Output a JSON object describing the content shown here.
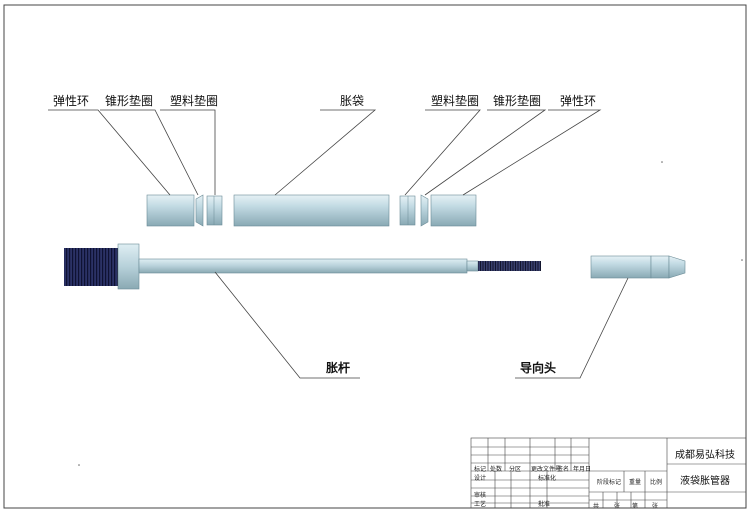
{
  "labels": {
    "left_spring_ring": "弹性环",
    "left_cone_washer": "锥形垫圈",
    "left_plastic_washer": "塑料垫圈",
    "bag": "胀袋",
    "right_plastic_washer": "塑料垫圈",
    "right_cone_washer": "锥形垫圈",
    "right_spring_ring": "弹性环",
    "rod": "胀杆",
    "guide_head": "导向头"
  },
  "title_block": {
    "company": "成都易弘科技",
    "product": "液袋胀管器",
    "h_mark": "标记",
    "h_count": "处数",
    "h_zone": "分区",
    "h_docno": "更改文件号",
    "h_sign": "签名",
    "h_date": "年月日",
    "design": "设计",
    "standardize": "标准化",
    "stage_mark": "阶段标记",
    "weight": "重量",
    "scale": "比例",
    "review": "审核",
    "process": "工艺",
    "approve": "批准",
    "total": "共",
    "sheets": "张",
    "sheet_no": "第",
    "sheet_unit": "张"
  },
  "colors": {
    "part_fill": "#b9d4de",
    "part_highlight": "#e3f0f4",
    "part_shadow": "#7e9faa",
    "thread_dark": "#1a1f4a",
    "line": "#444444"
  }
}
